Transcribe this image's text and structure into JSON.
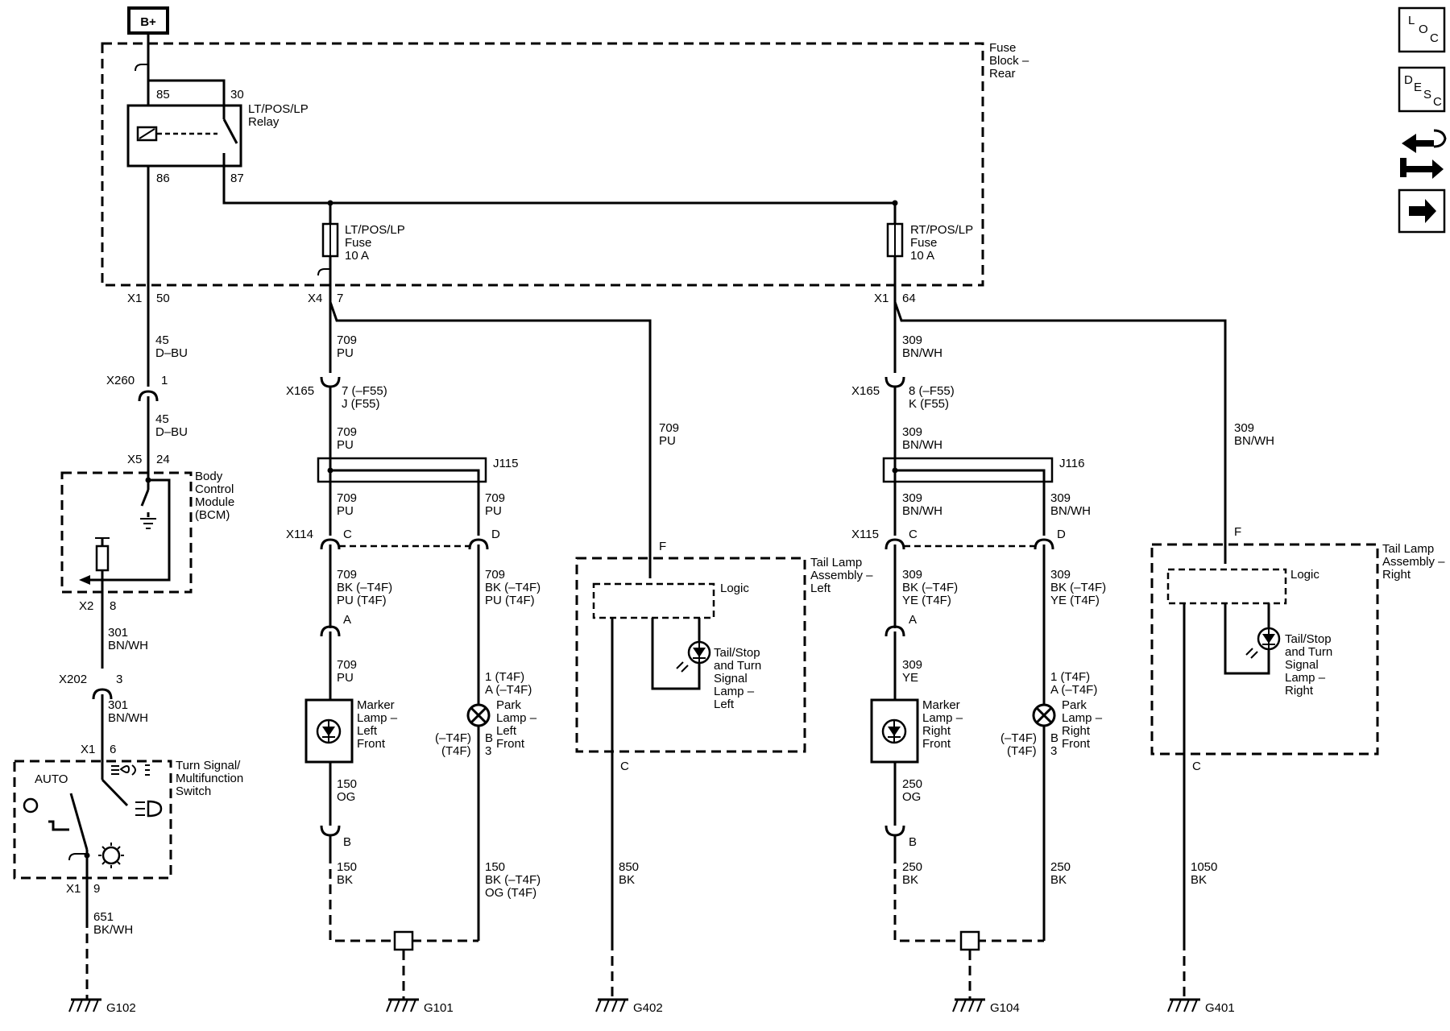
{
  "power": {
    "source": "B+"
  },
  "fuse_block": {
    "title": [
      "Fuse",
      "Block –",
      "Rear"
    ]
  },
  "relay": {
    "name": [
      "LT/POS/LP",
      "Relay"
    ],
    "pin85": "85",
    "pin30": "30",
    "pin86": "86",
    "pin87": "87"
  },
  "fuse_left": {
    "name": [
      "LT/POS/LP",
      "Fuse",
      "10 A"
    ]
  },
  "fuse_right": {
    "name": [
      "RT/POS/LP",
      "Fuse",
      "10 A"
    ]
  },
  "conn_x1_50": {
    "conn": "X1",
    "pin": "50"
  },
  "conn_x4_7": {
    "conn": "X4",
    "pin": "7"
  },
  "conn_x1_64": {
    "conn": "X1",
    "pin": "64"
  },
  "w45a": [
    "45",
    "D–BU"
  ],
  "conn_x260": {
    "conn": "X260",
    "pin": "1"
  },
  "w45b": [
    "45",
    "D–BU"
  ],
  "conn_x5": {
    "conn": "X5",
    "pin": "24"
  },
  "bcm": {
    "name": [
      "Body",
      "Control",
      "Module",
      "(BCM)"
    ]
  },
  "conn_x2": {
    "conn": "X2",
    "pin": "8"
  },
  "w301a": [
    "301",
    "BN/WH"
  ],
  "conn_x202": {
    "conn": "X202",
    "pin": "3"
  },
  "w301b": [
    "301",
    "BN/WH"
  ],
  "conn_x1_6": {
    "conn": "X1",
    "pin": "6"
  },
  "switch": {
    "name": [
      "Turn Signal/",
      "Multifunction",
      "Switch"
    ],
    "auto": "AUTO"
  },
  "conn_x1_9": {
    "conn": "X1",
    "pin": "9"
  },
  "w651": [
    "651",
    "BK/WH"
  ],
  "g102": "G102",
  "w709a": [
    "709",
    "PU"
  ],
  "conn_x165l": {
    "conn": "X165",
    "pins": [
      "7 (–F55)",
      "J (F55)"
    ]
  },
  "w709b": [
    "709",
    "PU"
  ],
  "j115": "J115",
  "w709c": [
    "709",
    "PU"
  ],
  "w709d": [
    "709",
    "PU"
  ],
  "conn_x114": {
    "conn": "X114",
    "pinC": "C",
    "pinD": "D"
  },
  "w709e": [
    "709",
    "BK (–T4F)",
    "PU (T4F)"
  ],
  "w709f": [
    "709",
    "BK (–T4F)",
    "PU (T4F)"
  ],
  "pin_a_left": "A",
  "w709g": [
    "709",
    "PU"
  ],
  "marker_left": [
    "Marker",
    "Lamp –",
    "Left",
    "Front"
  ],
  "park_left_pin": [
    "1 (T4F)",
    "A (–T4F)"
  ],
  "park_left": [
    "Park",
    "Lamp –",
    "Left",
    "Front"
  ],
  "park_left_pin2": [
    "(–T4F)",
    "(T4F)"
  ],
  "park_left_pin3": [
    "B",
    "3"
  ],
  "w150a": [
    "150",
    "OG"
  ],
  "pin_b_left": "B",
  "w150b": [
    "150",
    "BK"
  ],
  "w150c": [
    "150",
    "BK (–T4F)",
    "OG (T4F)"
  ],
  "g101": "G101",
  "w709h": [
    "709",
    "PU"
  ],
  "tail_left": {
    "name": [
      "Tail Lamp",
      "Assembly –",
      "Left"
    ],
    "pinF": "F",
    "logic": "Logic",
    "lamp": [
      "Tail/Stop",
      "and Turn",
      "Signal",
      "Lamp –",
      "Left"
    ],
    "pinC": "C"
  },
  "w850": [
    "850",
    "BK"
  ],
  "g402": "G402",
  "w309a": [
    "309",
    "BN/WH"
  ],
  "conn_x165r": {
    "conn": "X165",
    "pins": [
      "8 (–F55)",
      "K (F55)"
    ]
  },
  "w309b": [
    "309",
    "BN/WH"
  ],
  "j116": "J116",
  "w309c": [
    "309",
    "BN/WH"
  ],
  "w309d": [
    "309",
    "BN/WH"
  ],
  "conn_x115": {
    "conn": "X115",
    "pinC": "C",
    "pinD": "D"
  },
  "w309e": [
    "309",
    "BK (–T4F)",
    "YE (T4F)"
  ],
  "w309f": [
    "309",
    "BK (–T4F)",
    "YE (T4F)"
  ],
  "pin_a_right": "A",
  "w309g": [
    "309",
    "YE"
  ],
  "marker_right": [
    "Marker",
    "Lamp –",
    "Right",
    "Front"
  ],
  "park_right_pin": [
    "1 (T4F)",
    "A (–T4F)"
  ],
  "park_right": [
    "Park",
    "Lamp –",
    "Right",
    "Front"
  ],
  "park_right_pin2": [
    "(–T4F)",
    "(T4F)"
  ],
  "park_right_pin3": [
    "B",
    "3"
  ],
  "w250a": [
    "250",
    "OG"
  ],
  "pin_b_right": "B",
  "w250b": [
    "250",
    "BK"
  ],
  "w250c": [
    "250",
    "BK"
  ],
  "g104": "G104",
  "w309h": [
    "309",
    "BN/WH"
  ],
  "tail_right": {
    "name": [
      "Tail Lamp",
      "Assembly –",
      "Right"
    ],
    "pinF": "F",
    "logic": "Logic",
    "lamp": [
      "Tail/Stop",
      "and Turn",
      "Signal",
      "Lamp –",
      "Right"
    ],
    "pinC": "C"
  },
  "w1050": [
    "1050",
    "BK"
  ],
  "g401": "G401",
  "nav": {
    "loc": [
      "L",
      "O",
      "C"
    ],
    "desc": [
      "D",
      "E",
      "S",
      "C"
    ]
  }
}
